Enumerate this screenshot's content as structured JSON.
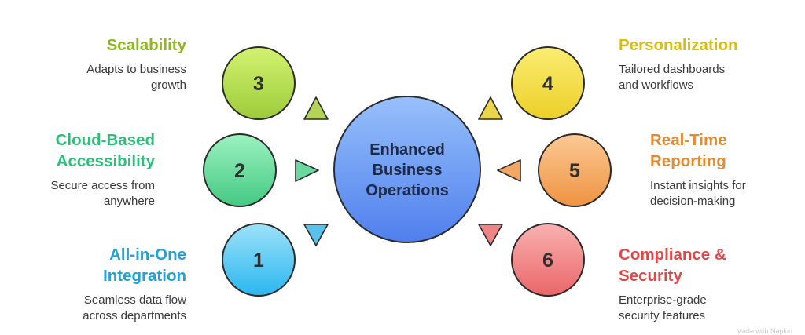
{
  "center": {
    "lines": [
      "Enhanced",
      "Business",
      "Operations"
    ],
    "fill_top": "#97c0fb",
    "fill_bottom": "#4f7fed"
  },
  "items": [
    {
      "number": "3",
      "title": "Scalability",
      "desc": "Adapts to business\ngrowth",
      "color": "#a6cd3c",
      "title_color": "#8db823",
      "fill_top": "#d4f270",
      "fill_bottom": "#9ccc3a"
    },
    {
      "number": "2",
      "title": "Cloud-Based\nAccessibility",
      "desc": "Secure access from\nanywhere",
      "color": "#4fd18d",
      "title_color": "#2cbf7a",
      "fill_top": "#9cf2bf",
      "fill_bottom": "#44c983"
    },
    {
      "number": "1",
      "title": "All-in-One\nIntegration",
      "desc": "Seamless data flow\nacross departments",
      "color": "#3cb6e6",
      "title_color": "#1ea2d8",
      "fill_top": "#9ee2f9",
      "fill_bottom": "#2ab6ef"
    },
    {
      "number": "4",
      "title": "Personalization",
      "desc": "Tailored dashboards\nand workflows",
      "color": "#e8cc2e",
      "title_color": "#d8bd14",
      "fill_top": "#faed72",
      "fill_bottom": "#eccf28"
    },
    {
      "number": "5",
      "title": "Real-Time\nReporting",
      "desc": "Instant insights for\ndecision-making",
      "color": "#f09748",
      "title_color": "#e48a32",
      "fill_top": "#fbc994",
      "fill_bottom": "#ef9342"
    },
    {
      "number": "6",
      "title": "Compliance &\nSecurity",
      "desc": "Enterprise-grade\nsecurity features",
      "color": "#ea6e70",
      "title_color": "#e04848",
      "fill_top": "#f9b1b1",
      "fill_bottom": "#ea6668"
    }
  ],
  "watermark": "Made with Napkin"
}
